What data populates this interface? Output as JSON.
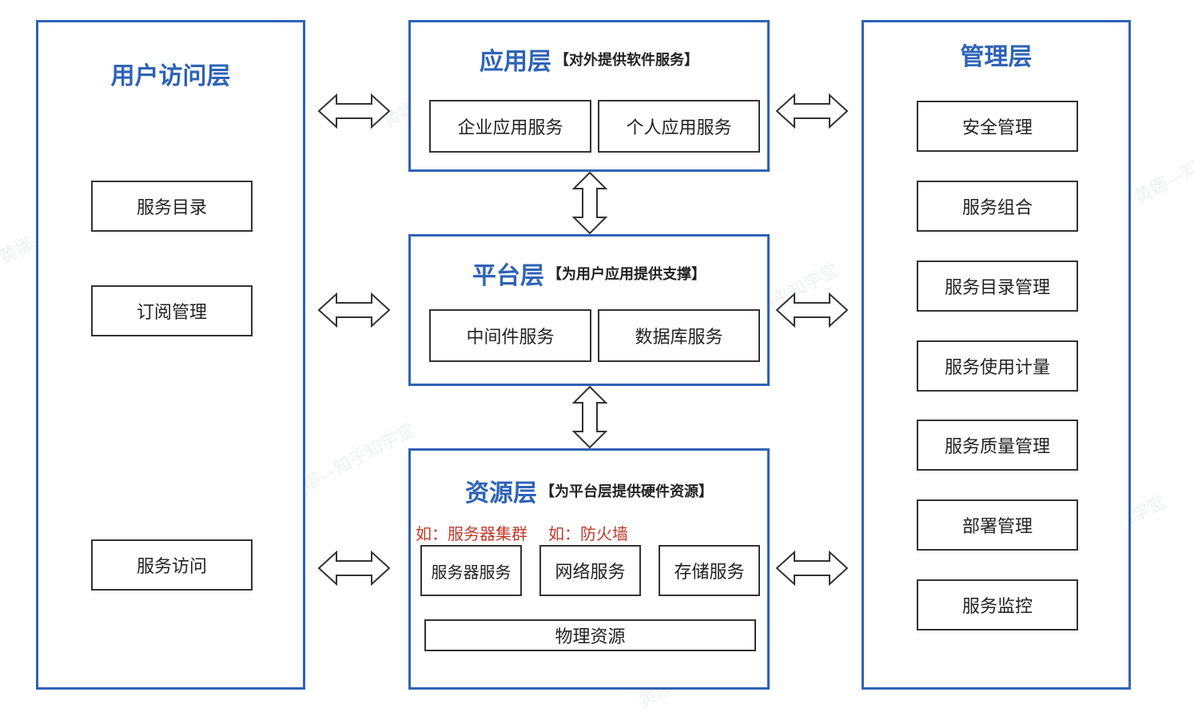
{
  "user_access_layer": {
    "title": "用户访问层",
    "items": [
      "服务目录",
      "订阅管理",
      "服务访问"
    ]
  },
  "application_layer": {
    "title": "应用层",
    "note": "【对外提供软件服务】",
    "items": [
      "企业应用服务",
      "个人应用服务"
    ]
  },
  "platform_layer": {
    "title": "平台层",
    "note": "【为用户应用提供支撑】",
    "items": [
      "中间件服务",
      "数据库服务"
    ]
  },
  "resource_layer": {
    "title": "资源层",
    "note": "【为平台层提供硬件资源】",
    "examples": [
      "如：服务器集群",
      "如：防火墙"
    ],
    "items": [
      "服务器服务",
      "网络服务",
      "存储服务"
    ],
    "physical": "物理资源"
  },
  "management_layer": {
    "title": "管理层",
    "items": [
      "安全管理",
      "服务组合",
      "服务目录管理",
      "服务使用计量",
      "服务质量管理",
      "部署管理",
      "服务监控"
    ]
  },
  "watermark": "黄娜—知乎知学堂",
  "colors": {
    "accent": "#2f63b6",
    "example_red": "#c0392b",
    "border": "#333333"
  }
}
